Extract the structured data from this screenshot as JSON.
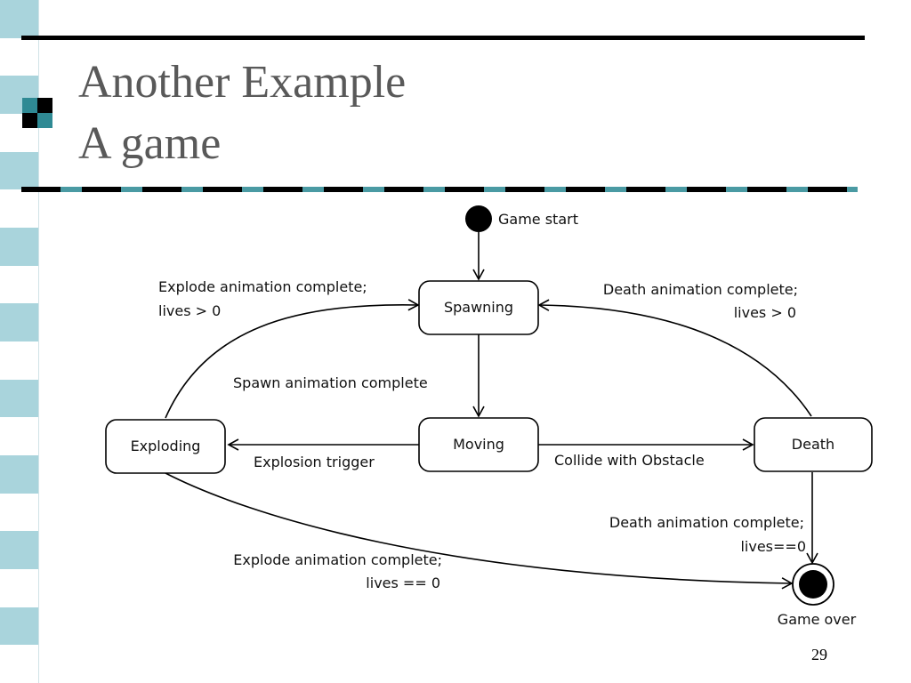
{
  "slide": {
    "title_line1": "Another Example",
    "title_line2": "A game",
    "page_number": "29"
  },
  "colors": {
    "strip_cell": "#a9d4dc",
    "title_text": "#595959",
    "rule_accent": "#4a9aa3"
  },
  "diagram": {
    "start_label": "Game start",
    "states": {
      "spawning": "Spawning",
      "moving": "Moving",
      "exploding": "Exploding",
      "death": "Death"
    },
    "end_label": "Game over",
    "transitions": {
      "spawn_complete": "Spawn animation complete",
      "explosion_trigger": "Explosion trigger",
      "collide": "Collide with Obstacle",
      "explode_to_spawn_line1": "Explode animation complete;",
      "explode_to_spawn_line2": "lives > 0",
      "death_to_spawn_line1": "Death animation complete;",
      "death_to_spawn_line2": "lives > 0",
      "death_to_end_line1": "Death animation complete;",
      "death_to_end_line2": "lives==0",
      "explode_to_end_line1": "Explode animation complete;",
      "explode_to_end_line2": "lives == 0"
    }
  }
}
